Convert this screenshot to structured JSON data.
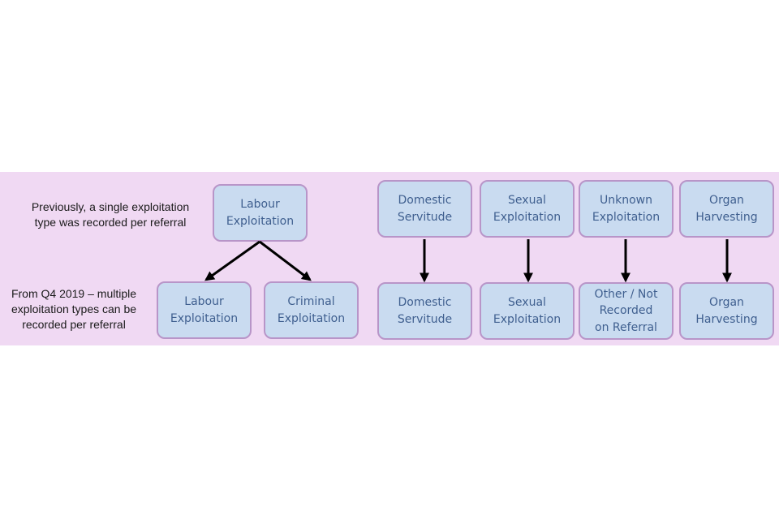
{
  "notes": {
    "previously": "Previously, a single exploitation type was recorded per referral",
    "previously_lines": [
      "Previously, a single exploitation",
      "type was recorded per referral"
    ],
    "from_q4_lines": [
      "From Q4 2019 – multiple",
      "exploitation types can be",
      "recorded per referral"
    ]
  },
  "old_categories": [
    {
      "id": "labour",
      "lines": [
        "Labour",
        "Exploitation"
      ]
    },
    {
      "id": "domestic",
      "lines": [
        "Domestic",
        "Servitude"
      ]
    },
    {
      "id": "sexual",
      "lines": [
        "Sexual",
        "Exploitation"
      ]
    },
    {
      "id": "unknown",
      "lines": [
        "Unknown",
        "Exploitation"
      ]
    },
    {
      "id": "organ",
      "lines": [
        "Organ",
        "Harvesting"
      ]
    }
  ],
  "new_categories": [
    {
      "id": "labour",
      "lines": [
        "Labour",
        "Exploitation"
      ]
    },
    {
      "id": "criminal",
      "lines": [
        "Criminal",
        "Exploitation"
      ]
    },
    {
      "id": "domestic",
      "lines": [
        "Domestic",
        "Servitude"
      ]
    },
    {
      "id": "sexual",
      "lines": [
        "Sexual",
        "Exploitation"
      ]
    },
    {
      "id": "other",
      "lines": [
        "Other / Not",
        "Recorded",
        "on Referral"
      ]
    },
    {
      "id": "organ",
      "lines": [
        "Organ",
        "Harvesting"
      ]
    }
  ],
  "mappings": [
    {
      "from": "labour",
      "to": "labour"
    },
    {
      "from": "labour",
      "to": "criminal"
    },
    {
      "from": "domestic",
      "to": "domestic"
    },
    {
      "from": "sexual",
      "to": "sexual"
    },
    {
      "from": "unknown",
      "to": "other"
    },
    {
      "from": "organ",
      "to": "organ"
    }
  ],
  "colors": {
    "panel": "#f0d9f3",
    "box_fill": "#c9dbf0",
    "box_border": "#b895c8",
    "box_text": "#3f5f8f",
    "arrow": "#000000"
  }
}
